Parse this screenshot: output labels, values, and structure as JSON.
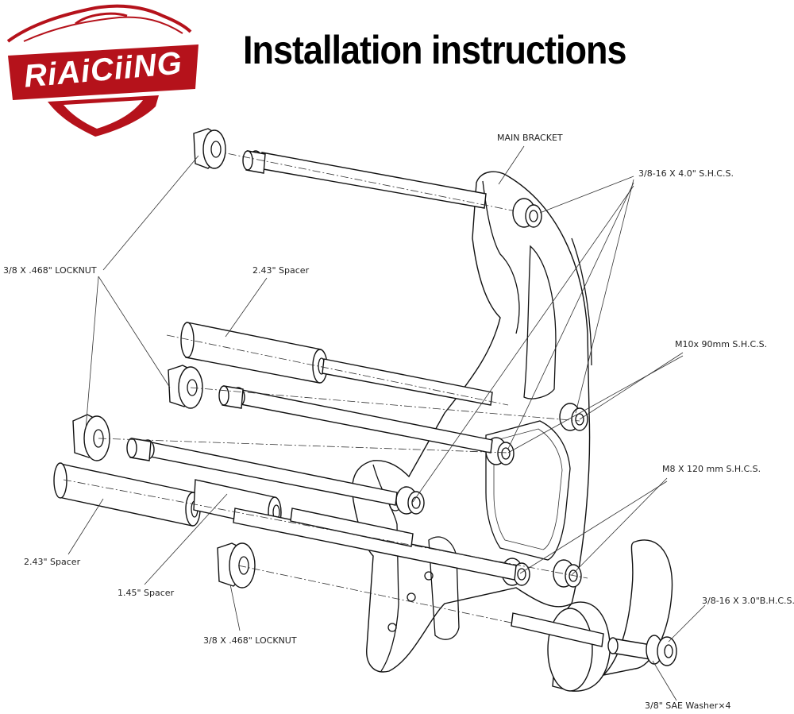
{
  "logo": {
    "brand": "RiAiCiiNG"
  },
  "header": {
    "title": "Installation instructions"
  },
  "labels": {
    "main_bracket": "MAIN BRACKET",
    "shcs_4": "3/8-16 X 4.0\" S.H.C.S.",
    "locknut_top": "3/8 X .468\" LOCKNUT",
    "spacer_top": "2.43\" Spacer",
    "m10": "M10x 90mm S.H.C.S.",
    "m8": "M8 X 120 mm S.H.C.S.",
    "spacer_left": "2.43\" Spacer",
    "spacer_145": "1.45\" Spacer",
    "locknut_bottom": "3/8 X .468\" LOCKNUT",
    "bhcs": "3/8-16 X 3.0\"B.H.C.S.",
    "washer": "3/8\" SAE Washer×4"
  },
  "colors": {
    "brand_red": "#b5121b",
    "line": "#111111"
  }
}
